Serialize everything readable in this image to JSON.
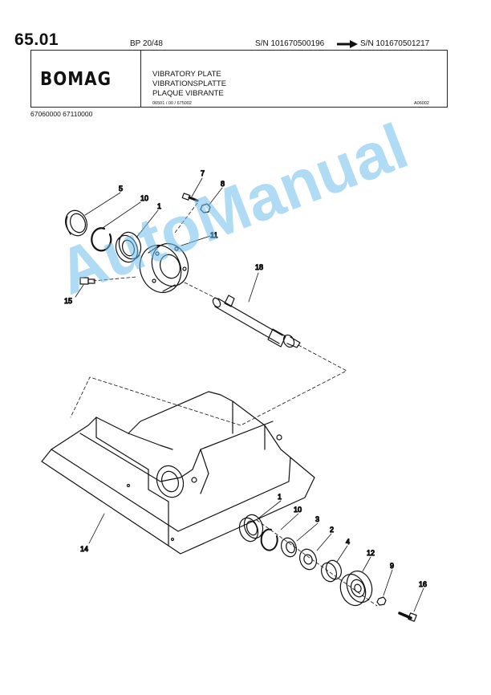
{
  "header": {
    "page_number": "65.01",
    "model": "BP 20/48",
    "sn_from": "S/N 101670500196",
    "sn_to": "S/N 101670501217",
    "logo_text": "BOMAG",
    "title_lines": [
      "VIBRATORY PLATE",
      "VIBRATIONSPLATTE",
      "PLAQUE VIBRANTE"
    ],
    "reference_code": "06501 / 00 / 675002",
    "drawing_code": "A06002",
    "part_numbers": "67060000   67110000"
  },
  "callouts": [
    {
      "id": "c5",
      "label": "5"
    },
    {
      "id": "c10a",
      "label": "10"
    },
    {
      "id": "c1a",
      "label": "1"
    },
    {
      "id": "c7",
      "label": "7"
    },
    {
      "id": "c8",
      "label": "8"
    },
    {
      "id": "c11",
      "label": "11"
    },
    {
      "id": "c18",
      "label": "18"
    },
    {
      "id": "c15",
      "label": "15"
    },
    {
      "id": "c14",
      "label": "14"
    },
    {
      "id": "c1b",
      "label": "1"
    },
    {
      "id": "c10b",
      "label": "10"
    },
    {
      "id": "c3",
      "label": "3"
    },
    {
      "id": "c2",
      "label": "2"
    },
    {
      "id": "c4",
      "label": "4"
    },
    {
      "id": "c12",
      "label": "12"
    },
    {
      "id": "c9",
      "label": "9"
    },
    {
      "id": "c16",
      "label": "16"
    }
  ],
  "watermark": "AutoManual"
}
